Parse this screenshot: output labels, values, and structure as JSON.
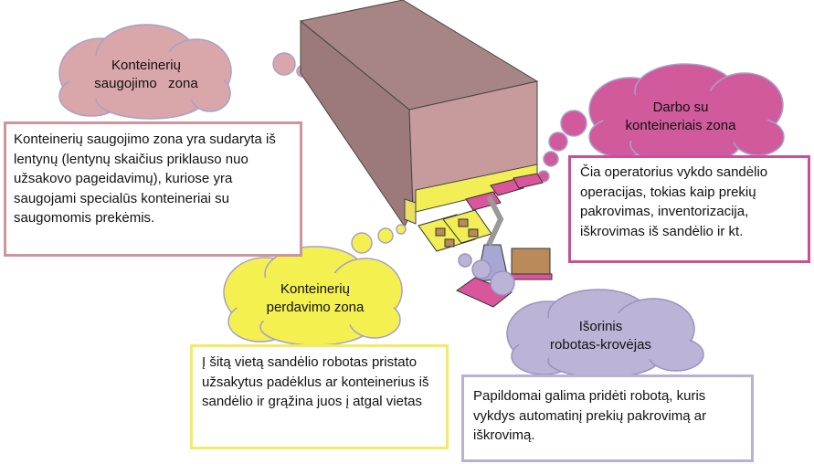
{
  "zones": {
    "storage": {
      "title": "Konteinerių\nsaugojimo   zona",
      "description": "Konteinerių saugojimo zona yra sudaryta iš lentynų (lentynų skaičius priklauso nuo užsakovo pageidavimų), kuriose yra saugojami specialūs konteineriai su saugomomis prekėmis.",
      "color": "#d9a6aa",
      "border": "#cf959c"
    },
    "work": {
      "title": "Darbo su\nkonteineriais zona",
      "description": "Čia operatorius vykdo sandėlio operacijas, tokias kaip prekių pakrovimas, inventorizacija, iškrovimas iš sandėlio ir kt.",
      "color": "#d15a9c",
      "border": "#c8509a"
    },
    "transfer": {
      "title": "Konteinerių\nperdavimo zona",
      "description": "Į šitą vietą sandėlio robotas pristato užsakytus padėklus ar konteinerius iš sandėlio ir grąžina juos į atgal vietas",
      "color": "#f4f04f",
      "border": "#f2ec62"
    },
    "external": {
      "title": "Išorinis\nrobotas-krovėjas",
      "description": "Papildomai galima pridėti robotą, kuris vykdys automatinį prekių pakrovimą ar iškrovimą.",
      "color": "#bcb4d6",
      "border": "#b9b0d3"
    }
  }
}
